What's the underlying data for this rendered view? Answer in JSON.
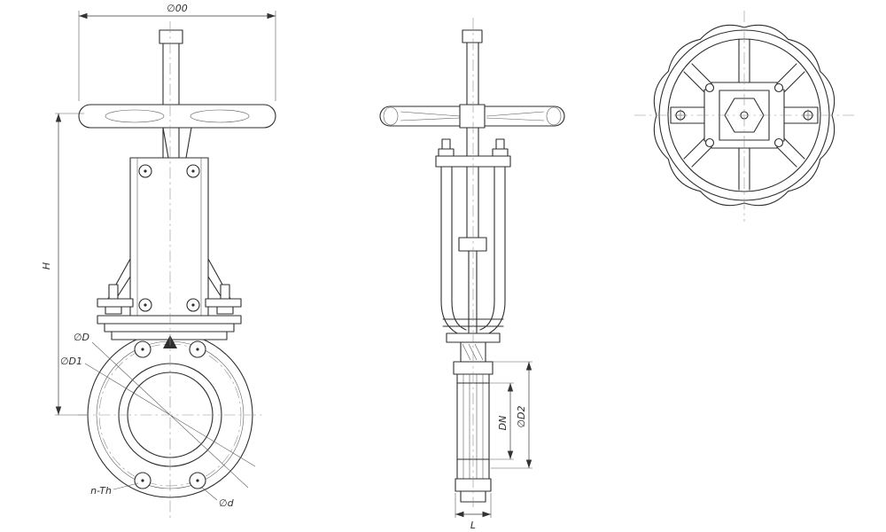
{
  "drawing": {
    "background": "#ffffff",
    "line_color": "#2e2e2e",
    "labels": {
      "wheel_diameter": "∅00",
      "height": "H",
      "flange_outer": "∅D",
      "bolt_circle": "∅D1",
      "bolt_holes": "n-Th",
      "hole_diameter": "∅d",
      "nominal_bore": "DN",
      "seat_diameter": "∅D2",
      "face_to_face": "L"
    }
  }
}
